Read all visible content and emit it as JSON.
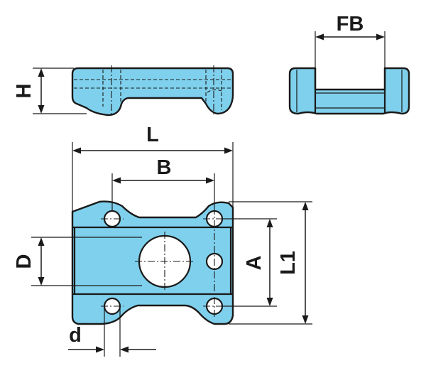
{
  "labels": {
    "fb": "FB",
    "h": "H",
    "l": "L",
    "b": "B",
    "d_upper": "D",
    "a": "A",
    "l1": "L1",
    "d_lower": "d"
  },
  "colors": {
    "part_fill": "#7fd0ec",
    "outline": "#1a1a1a",
    "background": "#ffffff"
  }
}
